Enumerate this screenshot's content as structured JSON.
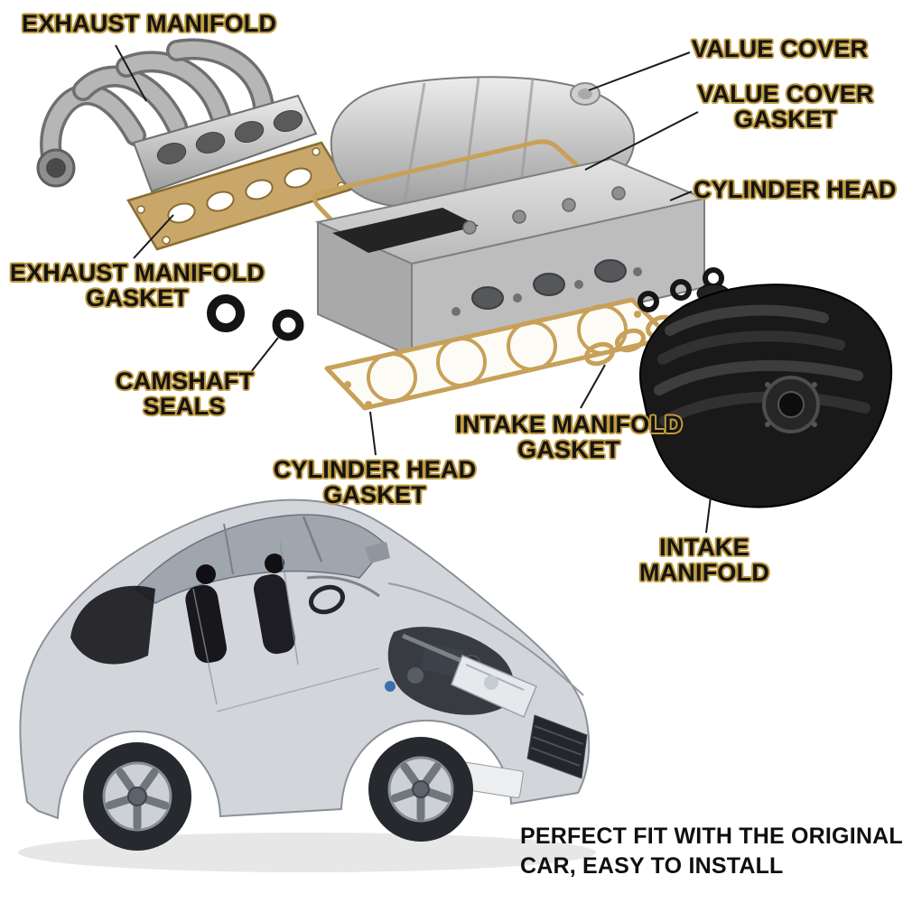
{
  "diagram": {
    "callouts": [
      {
        "id": "exhaust-manifold",
        "text": "EXHAUST MANIFOLD"
      },
      {
        "id": "value-cover",
        "text": "VALUE COVER"
      },
      {
        "id": "value-cover-gasket",
        "lines": [
          "VALUE COVER",
          "GASKET"
        ]
      },
      {
        "id": "cylinder-head",
        "text": "CYLINDER HEAD"
      },
      {
        "id": "exhaust-manifold-gasket",
        "lines": [
          "EXHAUST MANIFOLD",
          "GASKET"
        ]
      },
      {
        "id": "camshaft-seals",
        "lines": [
          "CAMSHAFT",
          "SEALS"
        ]
      },
      {
        "id": "cylinder-head-gasket",
        "lines": [
          "CYLINDER HEAD",
          "GASKET"
        ]
      },
      {
        "id": "intake-manifold-gasket",
        "lines": [
          "INTAKE MANIFOLD",
          "GASKET"
        ]
      },
      {
        "id": "intake-manifold",
        "lines": [
          "INTAKE",
          "MANIFOLD"
        ]
      }
    ],
    "footer": {
      "line1": "PERFECT FIT WITH THE ORIGINAL",
      "line2": "CAR, EASY TO INSTALL"
    },
    "parts_depicted": [
      "exhaust-manifold",
      "exhaust-manifold-gasket",
      "valve-cover",
      "valve-cover-gasket",
      "cylinder-head",
      "cylinder-head-gasket",
      "camshaft-seals",
      "intake-manifold-gasket",
      "intake-manifold",
      "cutaway-car"
    ],
    "colors": {
      "background": "#ffffff",
      "label_text": "#141414",
      "label_outline": "#bf9a3e",
      "gasket_tan": "#c7a159",
      "metal_gray": "#c9c9c9",
      "plastic_black": "#191919"
    }
  }
}
